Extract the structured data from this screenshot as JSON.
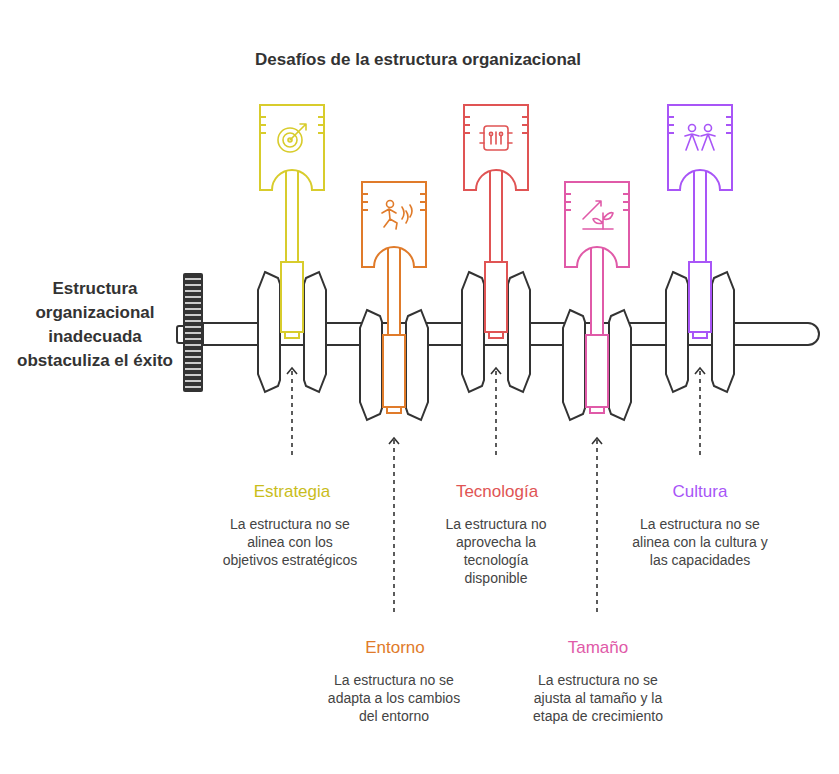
{
  "diagram": {
    "title": "Desafíos de la estructura organizacional",
    "labels": [
      "Estructura organizacional inadecuada obstaculiza el éxito",
      "Estrategia",
      "La estructura no se alinea con los objetivos estratégicos",
      "Entorno",
      "La estructura no se adapta a los cambios del entorno",
      "Tecnología",
      "La estructura no aprovecha la tecnología disponible",
      "Tamaño",
      "La estructura no se ajusta al tamaño y la etapa de crecimiento",
      "Cultura",
      "La estructura no se alinea con la cultura y las capacidades"
    ]
  }
}
